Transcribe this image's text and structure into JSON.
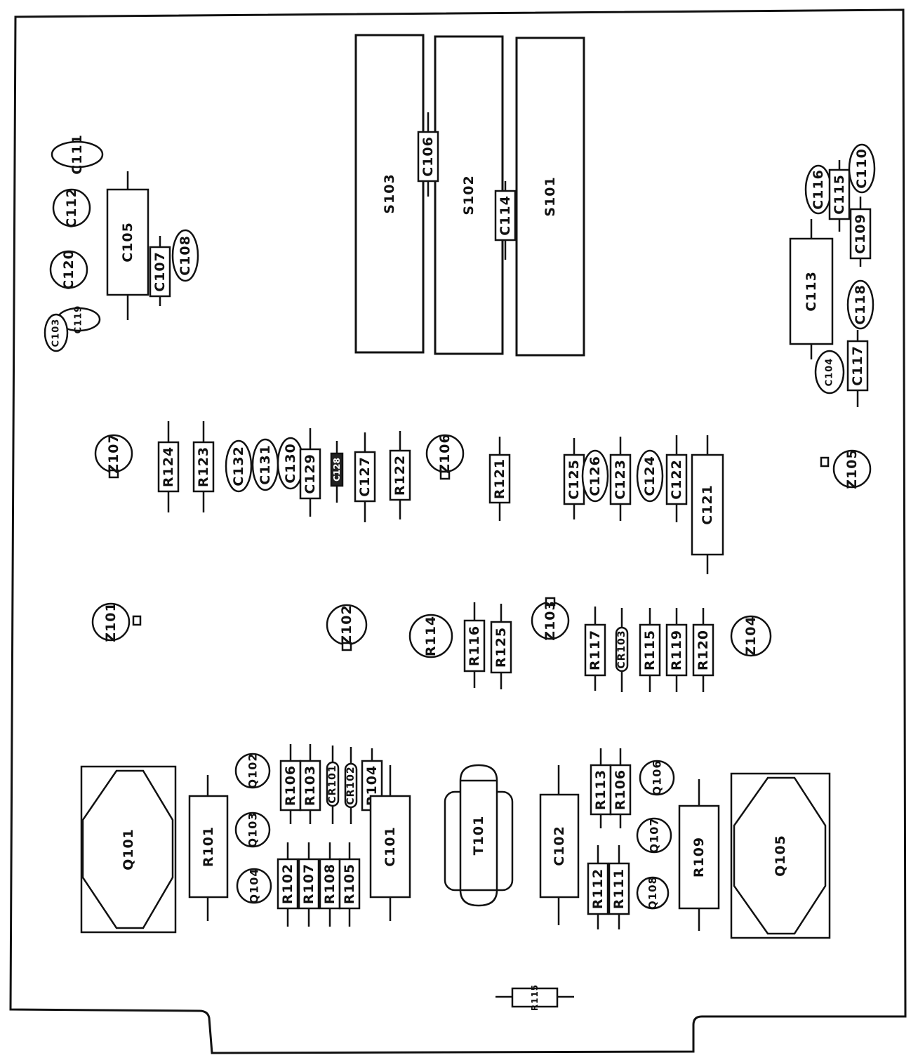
{
  "switches": {
    "s101": "S101",
    "s102": "S102",
    "s103": "S103"
  },
  "transistors": {
    "q101": "Q101",
    "q102": "Q102",
    "q103": "Q103",
    "q104": "Q104",
    "q105": "Q105",
    "q106": "Q106",
    "q107": "Q107",
    "q108": "Q108"
  },
  "transformer": {
    "t101": "T101"
  },
  "zeners": {
    "z101": "Z101",
    "z102": "Z102",
    "z103": "Z103",
    "z104": "Z104",
    "z105": "Z105",
    "z106": "Z106",
    "z107": "Z107"
  },
  "diodes": {
    "cr101": "CR101",
    "cr102": "CR102",
    "cr103": "CR103"
  },
  "capacitors": {
    "c101": "C101",
    "c102": "C102",
    "c103": "C103",
    "c104": "C104",
    "c105": "C105",
    "c106": "C106",
    "c107": "C107",
    "c108": "C108",
    "c109": "C109",
    "c110": "C110",
    "c111": "C111",
    "c112": "C112",
    "c113": "C113",
    "c114": "C114",
    "c115": "C115",
    "c116": "C116",
    "c117": "C117",
    "c118": "C118",
    "c119": "C119",
    "c120": "C120",
    "c121": "C121",
    "c122": "C122",
    "c123": "C123",
    "c124": "C124",
    "c125": "C125",
    "c126": "C126",
    "c127": "C127",
    "c128": "C128",
    "c129": "C129",
    "c130": "C130",
    "c131": "C131",
    "c132": "C132"
  },
  "resistors": {
    "r101": "R101",
    "r102": "R102",
    "r103": "R103",
    "r104": "R104",
    "r105": "R105",
    "r106": "R106",
    "r106b": "R106",
    "r107": "R107",
    "r108": "R108",
    "r109": "R109",
    "r111": "R111",
    "r112": "R112",
    "r113": "R113",
    "r114": "R114",
    "r115": "R115",
    "r116": "R116",
    "r117": "R117",
    "r119": "R119",
    "r120": "R120",
    "r121": "R121",
    "r122": "R122",
    "r123": "R123",
    "r124": "R124",
    "r125": "R125",
    "r115b": "R115"
  }
}
